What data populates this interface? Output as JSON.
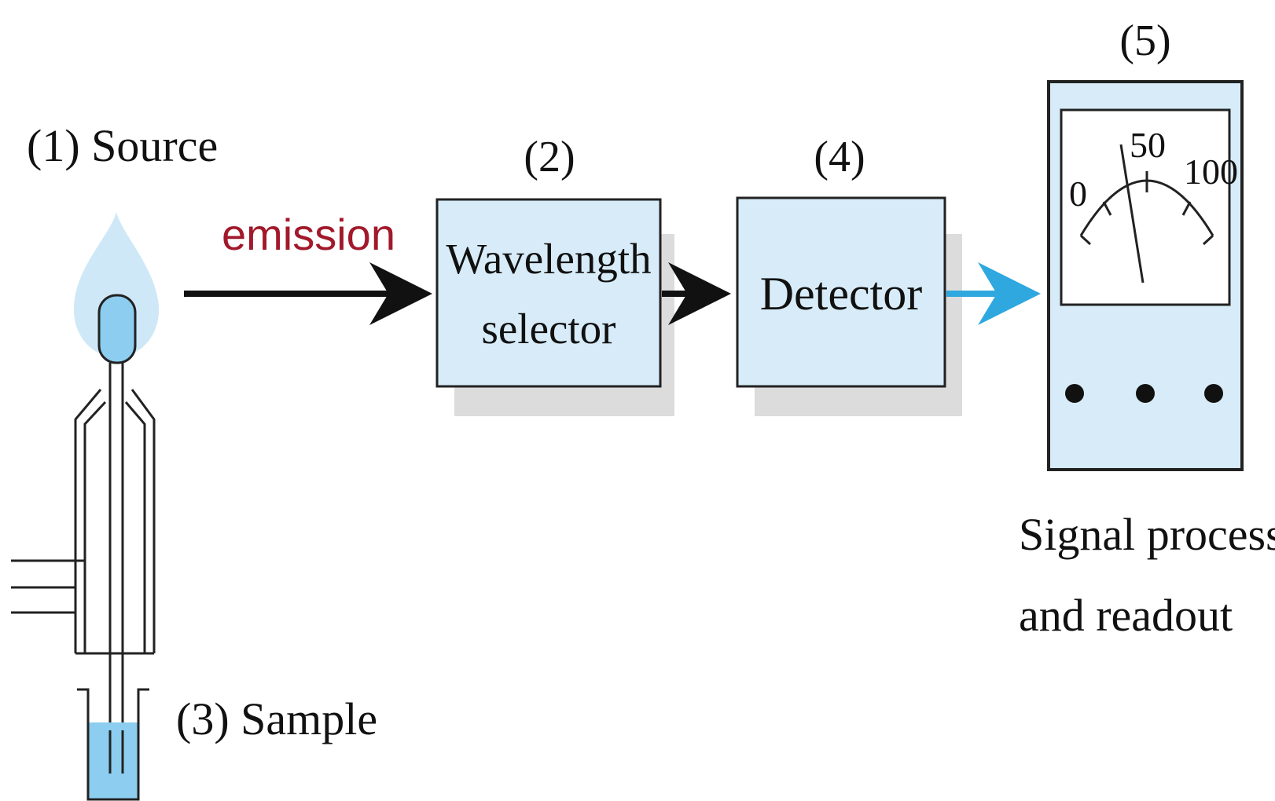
{
  "labels": {
    "source": "(1) Source",
    "wavelength_num": "(2)",
    "sample": "(3) Sample",
    "detector_num": "(4)",
    "readout_num": "(5)",
    "emission": "emission",
    "wavelength_line1": "Wavelength",
    "wavelength_line2": "selector",
    "detector": "Detector",
    "processor_line1": "Signal processor",
    "processor_line2": "and readout"
  },
  "meter": {
    "scale_min": "0",
    "scale_mid": "50",
    "scale_max": "100"
  },
  "colors": {
    "box_fill": "#d7ecf8",
    "flame": "#cfe8f7",
    "liquid": "#8ccdf0",
    "emission_text": "#a1192b",
    "signal_arrow": "#2fa8df",
    "light_arrow": "#111111"
  }
}
